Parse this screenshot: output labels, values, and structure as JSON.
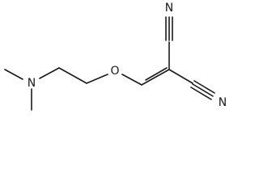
{
  "molecule": {
    "atoms": {
      "amine_nitrogen": "N",
      "ether_oxygen": "O",
      "nitrile_nitrogen_top": "N",
      "nitrile_nitrogen_right": "N"
    }
  }
}
